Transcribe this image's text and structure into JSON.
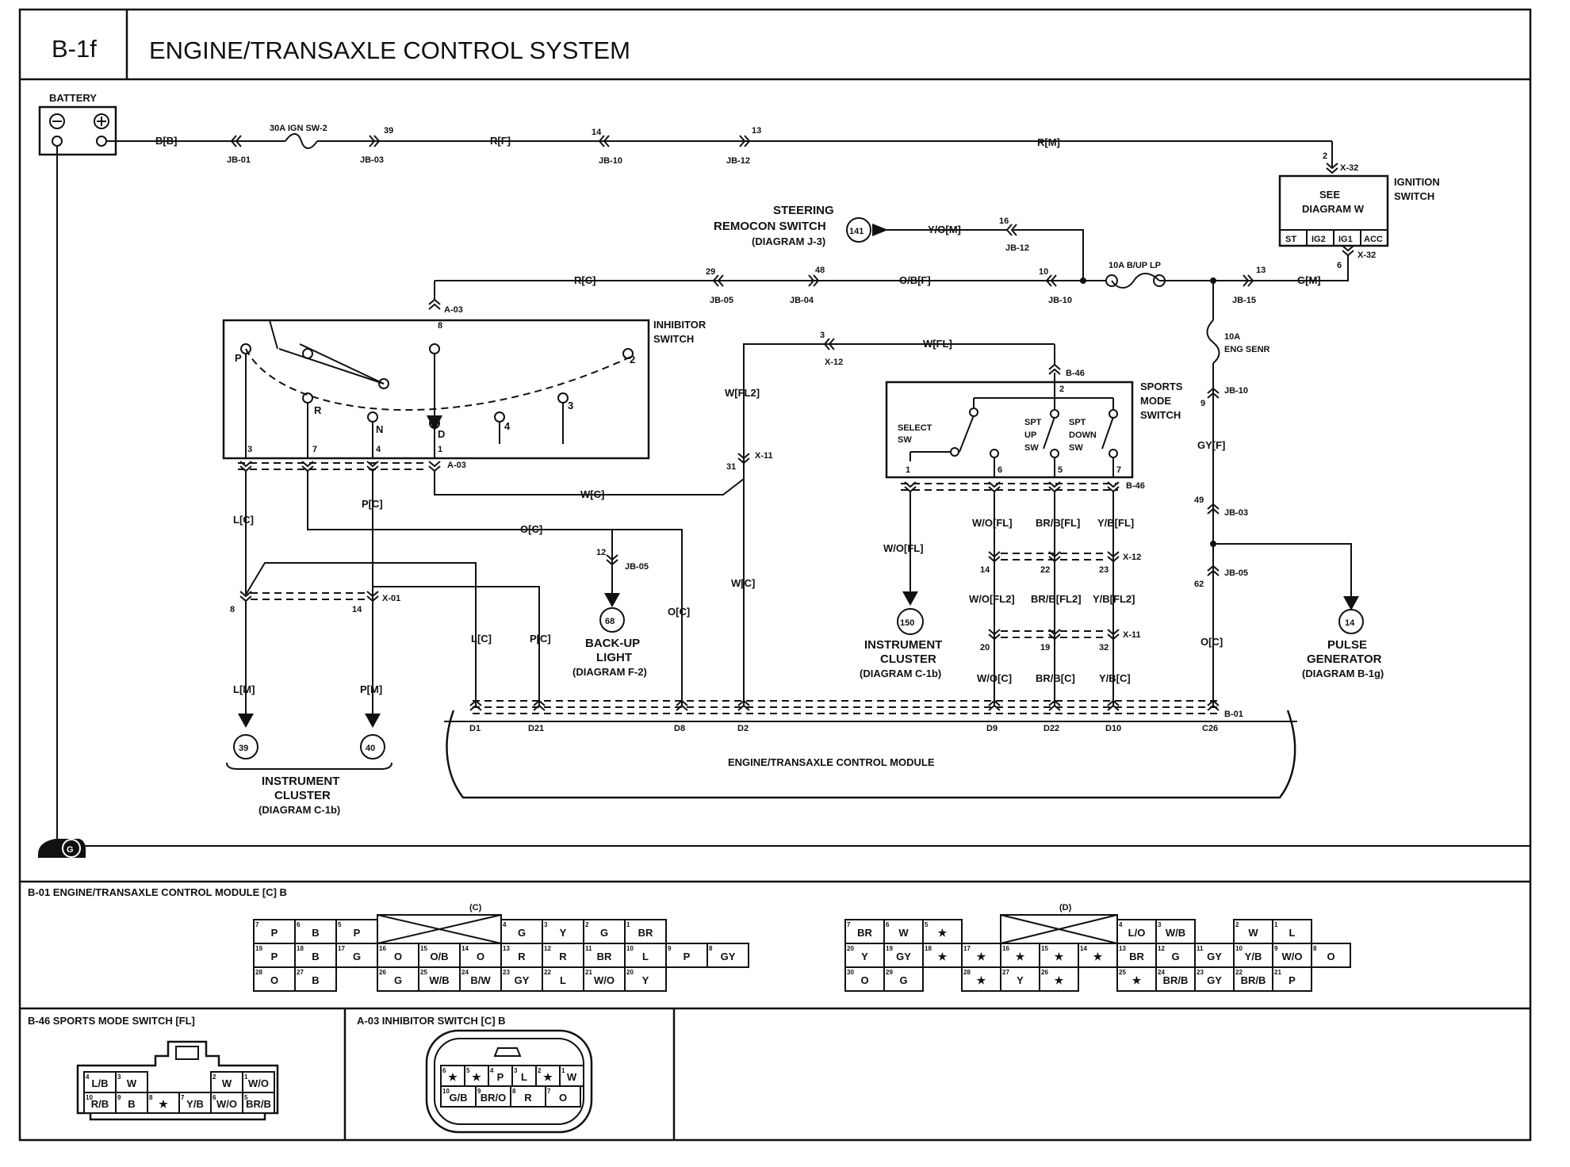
{
  "header": {
    "code": "B-1f",
    "title": "ENGINE/TRANSAXLE CONTROL SYSTEM"
  },
  "components": {
    "battery": "BATTERY",
    "fuse_30a": "30A IGN SW-2",
    "fuse_10a_backup": "10A B/UP LP",
    "fuse_10a_eng": [
      "10A",
      "ENG SENR"
    ],
    "ignition_switch": [
      "IGNITION",
      "SWITCH"
    ],
    "ignition_see": [
      "SEE",
      "DIAGRAM W"
    ],
    "ignition_terms": [
      "ST",
      "IG2",
      "IG1",
      "ACC"
    ],
    "steering_remocon": [
      "STEERING",
      "REMOCON SWITCH",
      "(DIAGRAM J-3)"
    ],
    "inhibitor_switch": [
      "INHIBITOR",
      "SWITCH"
    ],
    "sports_mode_switch": [
      "SPORTS",
      "MODE",
      "SWITCH"
    ],
    "select_sw": [
      "SELECT",
      "SW"
    ],
    "spt_up_sw": [
      "SPT",
      "UP",
      "SW"
    ],
    "spt_down_sw": [
      "SPT",
      "DOWN",
      "SW"
    ],
    "backup_light": [
      "BACK-UP",
      "LIGHT",
      "(DIAGRAM F-2)"
    ],
    "instrument_cluster_150": [
      "INSTRUMENT",
      "CLUSTER",
      "(DIAGRAM  C-1b)"
    ],
    "instrument_cluster_39_40": [
      "INSTRUMENT",
      "CLUSTER",
      "(DIAGRAM C-1b)"
    ],
    "pulse_generator": [
      "PULSE",
      "GENERATOR",
      "(DIAGRAM B-1g)"
    ],
    "ecm": "ENGINE/TRANSAXLE CONTROL MODULE",
    "ground": "G"
  },
  "refs": {
    "r141": "141",
    "r68": "68",
    "r150": "150",
    "r39": "39",
    "r40": "40",
    "r14": "14"
  },
  "wires": {
    "bb": "B[B]",
    "rf": "R[F]",
    "rm": "R[M]",
    "yom": "Y/O[M]",
    "rc": "R[C]",
    "obf": "O/B[F]",
    "gm": "G[M]",
    "wfl": "W[FL]",
    "wfl2": "W[FL2]",
    "wc": "W[C]",
    "oc": "O[C]",
    "lc": "L[C]",
    "pc": "P[C]",
    "lm": "L[M]",
    "pm": "P[M]",
    "gyf": "GY[F]",
    "wofl": "W/O[FL]",
    "brbfl": "BR/B[FL]",
    "ybfl": "Y/B[FL]",
    "wofl2": "W/O[FL2]",
    "brbfl2": "BR/B[FL2]",
    "ybfl2": "Y/B[FL2]",
    "woc": "W/O[C]",
    "brbc": "BR/B[C]",
    "ybc": "Y/B[C]"
  },
  "connectors": {
    "jb01": "JB-01",
    "jb03": "JB-03",
    "jb10": "JB-10",
    "jb12": "JB-12",
    "jb05": "JB-05",
    "jb04": "JB-04",
    "jb15": "JB-15",
    "x32": "X-32",
    "a03": "A-03",
    "x12": "X-12",
    "x11": "X-11",
    "b46": "B-46",
    "x01": "X-01",
    "b01": "B-01"
  },
  "pin_numbers": {
    "p39": "39",
    "p14": "14",
    "p13": "13",
    "p2": "2",
    "p6": "6",
    "p16": "16",
    "p29": "29",
    "p48": "48",
    "p10": "10",
    "p8": "8",
    "p3": "3",
    "p31": "31",
    "p7": "7",
    "p4": "4",
    "p1": "1",
    "p12": "12",
    "p9": "9",
    "p49": "49",
    "p62": "62",
    "p5": "5",
    "p22": "22",
    "p23": "23",
    "p20": "20",
    "p19": "19",
    "p32": "32"
  },
  "shift_positions": [
    "P",
    "R",
    "N",
    "D",
    "4",
    "3",
    "2"
  ],
  "ecm_pins": [
    "D1",
    "D21",
    "D8",
    "D2",
    "D9",
    "D22",
    "D10",
    "C26"
  ],
  "conn_b01": {
    "title": "B-01 ENGINE/TRANSAXLE CONTROL MODULE [C] B",
    "label_c": "(C)",
    "label_d": "(D)",
    "block_c": [
      [
        "7",
        "P"
      ],
      [
        "6",
        "B"
      ],
      [
        "5",
        "P"
      ],
      [
        "4",
        "G"
      ],
      [
        "3",
        "Y"
      ],
      [
        "2",
        "G"
      ],
      [
        "1",
        "BR"
      ],
      [
        "19",
        "P"
      ],
      [
        "18",
        "B"
      ],
      [
        "17",
        "G"
      ],
      [
        "16",
        "O"
      ],
      [
        "15",
        "O/B"
      ],
      [
        "14",
        "O"
      ],
      [
        "13",
        "R"
      ],
      [
        "12",
        "R"
      ],
      [
        "11",
        "BR"
      ],
      [
        "10",
        "L"
      ],
      [
        "9",
        "P"
      ],
      [
        "8",
        "GY"
      ],
      [
        "28",
        "O"
      ],
      [
        "27",
        "B"
      ],
      [
        "26",
        "G"
      ],
      [
        "25",
        "W/B"
      ],
      [
        "24",
        "B/W"
      ],
      [
        "23",
        "GY"
      ],
      [
        "22",
        "L"
      ],
      [
        "21",
        "W/O"
      ],
      [
        "20",
        "Y"
      ]
    ],
    "block_d": [
      [
        "7",
        "BR"
      ],
      [
        "6",
        "W"
      ],
      [
        "5",
        "★"
      ],
      [
        "4",
        "L/O"
      ],
      [
        "3",
        "W/B"
      ],
      [
        "2",
        "W"
      ],
      [
        "1",
        "L"
      ],
      [
        "20",
        "Y"
      ],
      [
        "19",
        "GY"
      ],
      [
        "18",
        "★"
      ],
      [
        "17",
        "★"
      ],
      [
        "16",
        "★"
      ],
      [
        "15",
        "★"
      ],
      [
        "14",
        "★"
      ],
      [
        "13",
        "BR"
      ],
      [
        "12",
        "G"
      ],
      [
        "11",
        "GY"
      ],
      [
        "10",
        "Y/B"
      ],
      [
        "9",
        "W/O"
      ],
      [
        "8",
        "O"
      ],
      [
        "30",
        "O"
      ],
      [
        "29",
        "G"
      ],
      [
        "28",
        "★"
      ],
      [
        "27",
        "Y"
      ],
      [
        "26",
        "★"
      ],
      [
        "25",
        "★"
      ],
      [
        "24",
        "BR/B"
      ],
      [
        "23",
        "GY"
      ],
      [
        "22",
        "BR/B"
      ],
      [
        "21",
        "P"
      ]
    ]
  },
  "conn_b46": {
    "title": "B-46 SPORTS MODE SWITCH [FL]",
    "cells": [
      [
        "4",
        "L/B"
      ],
      [
        "3",
        "W"
      ],
      [
        "2",
        "W"
      ],
      [
        "1",
        "W/O"
      ],
      [
        "10",
        "R/B"
      ],
      [
        "9",
        "B"
      ],
      [
        "8",
        "★"
      ],
      [
        "7",
        "Y/B"
      ],
      [
        "6",
        "W/O"
      ],
      [
        "5",
        "BR/B"
      ]
    ]
  },
  "conn_a03": {
    "title": "A-03 INHIBITOR SWITCH [C] B",
    "cells": [
      [
        "6",
        "★"
      ],
      [
        "5",
        "★"
      ],
      [
        "4",
        "P"
      ],
      [
        "3",
        "L"
      ],
      [
        "2",
        "★"
      ],
      [
        "1",
        "W"
      ],
      [
        "10",
        "G/B"
      ],
      [
        "9",
        "BR/O"
      ],
      [
        "8",
        "R"
      ],
      [
        "7",
        "O"
      ]
    ]
  }
}
